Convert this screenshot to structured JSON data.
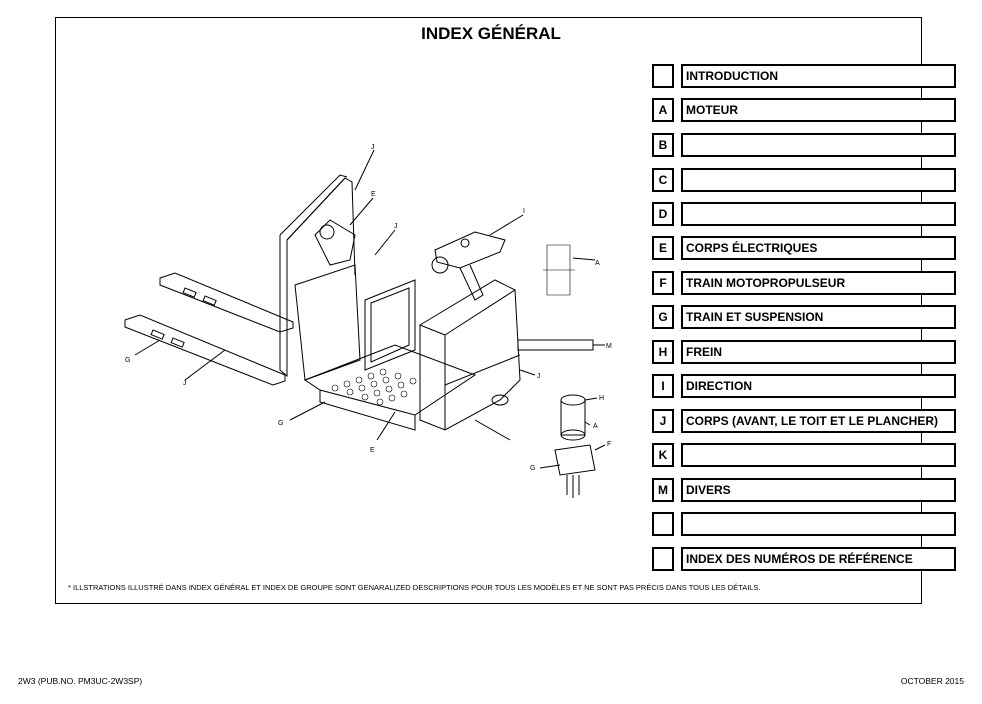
{
  "title": "INDEX GÉNÉRAL",
  "index": [
    {
      "letter": "",
      "label": "INTRODUCTION"
    },
    {
      "letter": "A",
      "label": "MOTEUR"
    },
    {
      "letter": "B",
      "label": ""
    },
    {
      "letter": "C",
      "label": ""
    },
    {
      "letter": "D",
      "label": ""
    },
    {
      "letter": "E",
      "label": "CORPS ÉLECTRIQUES"
    },
    {
      "letter": "F",
      "label": "TRAIN MOTOPROPULSEUR"
    },
    {
      "letter": "G",
      "label": "TRAIN ET SUSPENSION"
    },
    {
      "letter": "H",
      "label": "FREIN"
    },
    {
      "letter": "I",
      "label": "DIRECTION"
    },
    {
      "letter": "J",
      "label": "CORPS (AVANT, LE TOIT ET LE PLANCHER)"
    },
    {
      "letter": "K",
      "label": ""
    },
    {
      "letter": "M",
      "label": "DIVERS"
    },
    {
      "letter": "",
      "label": ""
    },
    {
      "letter": "",
      "label": "INDEX DES NUMÉROS DE RÉFÉRENCE"
    }
  ],
  "callouts": {
    "J1": "J",
    "E1": "E",
    "J2": "J",
    "I1": "I",
    "A1": "A",
    "M1": "M",
    "J3": "J",
    "G1": "G",
    "J4": "J",
    "G2": "G",
    "E2": "E",
    "H1": "H",
    "A2": "A",
    "F1": "F",
    "G3": "G"
  },
  "note": "* ILLSTRATIONS ILLUSTRÉ DANS INDEX GÉNÉRAL ET INDEX DE GROUPE SONT GENARALIZED DESCRIPTIONS POUR TOUS LES MODÈLES ET NE SONT PAS PRÉCIS DANS TOUS LES DÉTAILS.",
  "footer": {
    "left": "2W3 (PUB.NO. PM3UC-2W3SP)",
    "right": "OCTOBER 2015"
  }
}
